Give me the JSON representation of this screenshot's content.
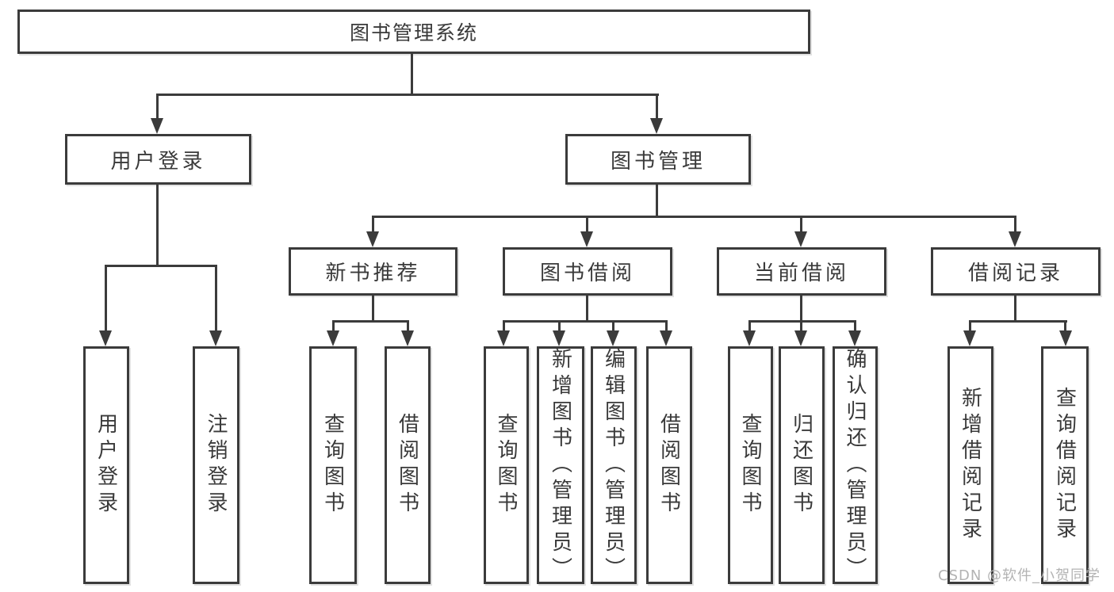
{
  "diagram": {
    "type": "tree",
    "title": "图书管理系统",
    "colors": {
      "line": "#3b3b3b",
      "border": "#3b3b3b",
      "text": "#3a3a3a",
      "box_background": "#ffffff",
      "page_background": "#ffffff",
      "watermark": "#b3b3b3"
    },
    "watermark": "CSDN @软件_小贺同学",
    "nodes": [
      {
        "id": "library-system",
        "label": "图书管理系统",
        "level": 1
      },
      {
        "id": "user-login-group",
        "label": "用户登录",
        "level": 2
      },
      {
        "id": "book-management",
        "label": "图书管理",
        "level": 2
      },
      {
        "id": "new-book-recommend",
        "label": "新书推荐",
        "level": 3
      },
      {
        "id": "book-borrowing",
        "label": "图书借阅",
        "level": 3
      },
      {
        "id": "current-borrowing",
        "label": "当前借阅",
        "level": 3
      },
      {
        "id": "borrowing-records",
        "label": "借阅记录",
        "level": 3
      },
      {
        "id": "leaf-user-login",
        "label": "用户登录",
        "level": 4
      },
      {
        "id": "leaf-logout",
        "label": "注销登录",
        "level": 4
      },
      {
        "id": "leaf-query-books-1",
        "label": "查询图书",
        "level": 4
      },
      {
        "id": "leaf-borrow-books-1",
        "label": "借阅图书",
        "level": 4
      },
      {
        "id": "leaf-query-books-2",
        "label": "查询图书",
        "level": 4
      },
      {
        "id": "leaf-add-book-admin",
        "label": "新增图书（管理员）",
        "level": 4
      },
      {
        "id": "leaf-edit-book-admin",
        "label": "编辑图书（管理员）",
        "level": 4
      },
      {
        "id": "leaf-borrow-books-2",
        "label": "借阅图书",
        "level": 4
      },
      {
        "id": "leaf-query-books-3",
        "label": "查询图书",
        "level": 4
      },
      {
        "id": "leaf-return-book",
        "label": "归还图书",
        "level": 4
      },
      {
        "id": "leaf-confirm-return-admin",
        "label": "确认归还（管理员）",
        "level": 4
      },
      {
        "id": "leaf-add-borrow-record",
        "label": "新增借阅记录",
        "level": 4
      },
      {
        "id": "leaf-query-borrow-record",
        "label": "查询借阅记录",
        "level": 4
      }
    ],
    "edges": [
      {
        "from": "library-system",
        "to": "user-login-group"
      },
      {
        "from": "library-system",
        "to": "book-management"
      },
      {
        "from": "user-login-group",
        "to": "leaf-user-login"
      },
      {
        "from": "user-login-group",
        "to": "leaf-logout"
      },
      {
        "from": "book-management",
        "to": "new-book-recommend"
      },
      {
        "from": "book-management",
        "to": "book-borrowing"
      },
      {
        "from": "book-management",
        "to": "current-borrowing"
      },
      {
        "from": "book-management",
        "to": "borrowing-records"
      },
      {
        "from": "new-book-recommend",
        "to": "leaf-query-books-1"
      },
      {
        "from": "new-book-recommend",
        "to": "leaf-borrow-books-1"
      },
      {
        "from": "book-borrowing",
        "to": "leaf-query-books-2"
      },
      {
        "from": "book-borrowing",
        "to": "leaf-add-book-admin"
      },
      {
        "from": "book-borrowing",
        "to": "leaf-edit-book-admin"
      },
      {
        "from": "book-borrowing",
        "to": "leaf-borrow-books-2"
      },
      {
        "from": "current-borrowing",
        "to": "leaf-query-books-3"
      },
      {
        "from": "current-borrowing",
        "to": "leaf-return-book"
      },
      {
        "from": "current-borrowing",
        "to": "leaf-confirm-return-admin"
      },
      {
        "from": "borrowing-records",
        "to": "leaf-add-borrow-record"
      },
      {
        "from": "borrowing-records",
        "to": "leaf-query-borrow-record"
      }
    ]
  }
}
